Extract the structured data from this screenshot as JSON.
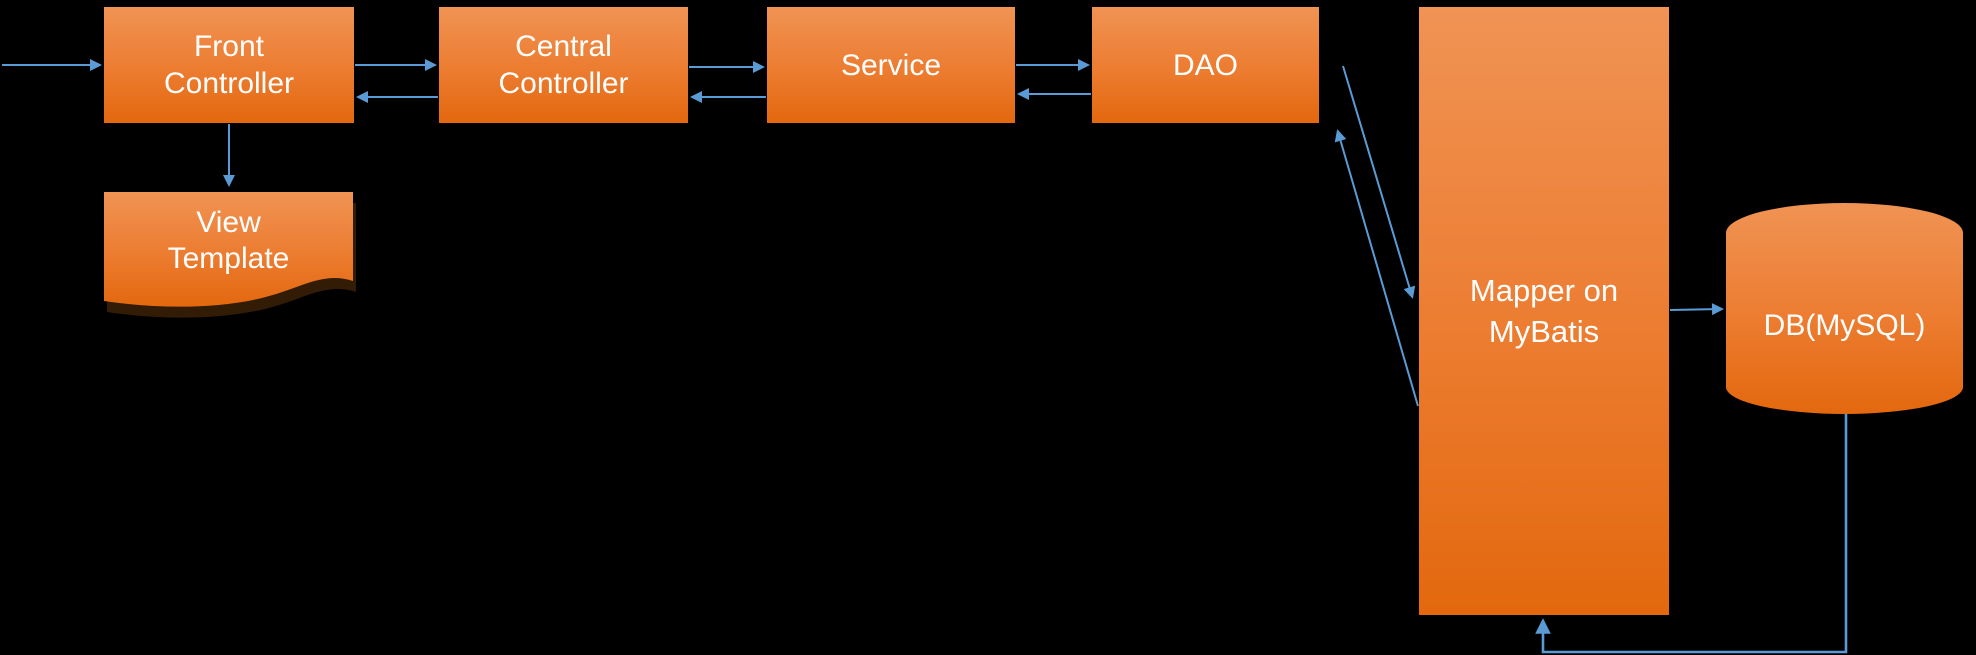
{
  "diagram": {
    "title": "MVC / MyBatis request flow diagram",
    "colors": {
      "background": "#000000",
      "node_gradient_top": "#F09354",
      "node_gradient_mid": "#EC7C30",
      "node_gradient_bottom": "#E3680E",
      "arrow": "#5B9BD5",
      "text": "#FFFFFF",
      "document_shadow": "#331C06"
    },
    "nodes": {
      "front_controller": {
        "label": "Front\nController",
        "shape": "rectangle"
      },
      "central_controller": {
        "label": "Central\nController",
        "shape": "rectangle"
      },
      "service": {
        "label": "Service",
        "shape": "rectangle"
      },
      "dao": {
        "label": "DAO",
        "shape": "rectangle"
      },
      "view_template": {
        "label": "View\nTemplate",
        "shape": "document"
      },
      "mapper": {
        "label": "Mapper on\nMyBatis",
        "shape": "rectangle"
      },
      "db": {
        "label": "DB(MySQL)",
        "shape": "cylinder"
      }
    },
    "edges": [
      {
        "from": "offscreen-left",
        "to": "front_controller",
        "style": "straight-arrow"
      },
      {
        "from": "front_controller",
        "to": "central_controller",
        "style": "straight-arrow"
      },
      {
        "from": "central_controller",
        "to": "front_controller",
        "style": "straight-arrow"
      },
      {
        "from": "central_controller",
        "to": "service",
        "style": "straight-arrow"
      },
      {
        "from": "service",
        "to": "central_controller",
        "style": "straight-arrow"
      },
      {
        "from": "service",
        "to": "dao",
        "style": "straight-arrow"
      },
      {
        "from": "dao",
        "to": "service",
        "style": "straight-arrow"
      },
      {
        "from": "front_controller",
        "to": "view_template",
        "style": "straight-arrow"
      },
      {
        "from": "dao",
        "to": "mapper",
        "style": "diagonal-arrow"
      },
      {
        "from": "mapper",
        "to": "dao",
        "style": "diagonal-arrow"
      },
      {
        "from": "mapper",
        "to": "db",
        "style": "straight-arrow"
      },
      {
        "from": "db",
        "to": "mapper",
        "style": "elbow-arrow"
      }
    ]
  }
}
